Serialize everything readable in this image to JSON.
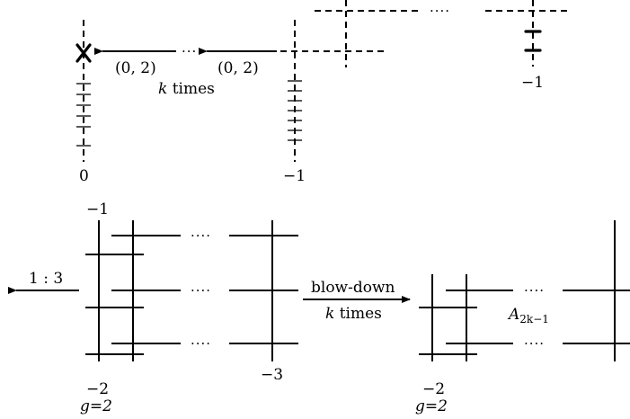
{
  "top": {
    "labels": {
      "pair_left": "(0, 2)",
      "pair_right": "(0, 2)",
      "dots": "···",
      "k": "k",
      "times": " times",
      "zero": "0",
      "minus1_bottom": "−1",
      "minus1_right": "−1",
      "dots_top": "····"
    }
  },
  "bottom": {
    "labels": {
      "minus1_top": "−1",
      "ratio": "1 : 3",
      "blow_down": "blow-down",
      "k": "k",
      "times": " times",
      "minus3": "−3",
      "minus2_left": "−2",
      "g2_left": "g=2",
      "minus2_right": "−2",
      "g2_right": "g=2",
      "A": "A",
      "A_sub": "2k−1",
      "dots": "····"
    }
  }
}
